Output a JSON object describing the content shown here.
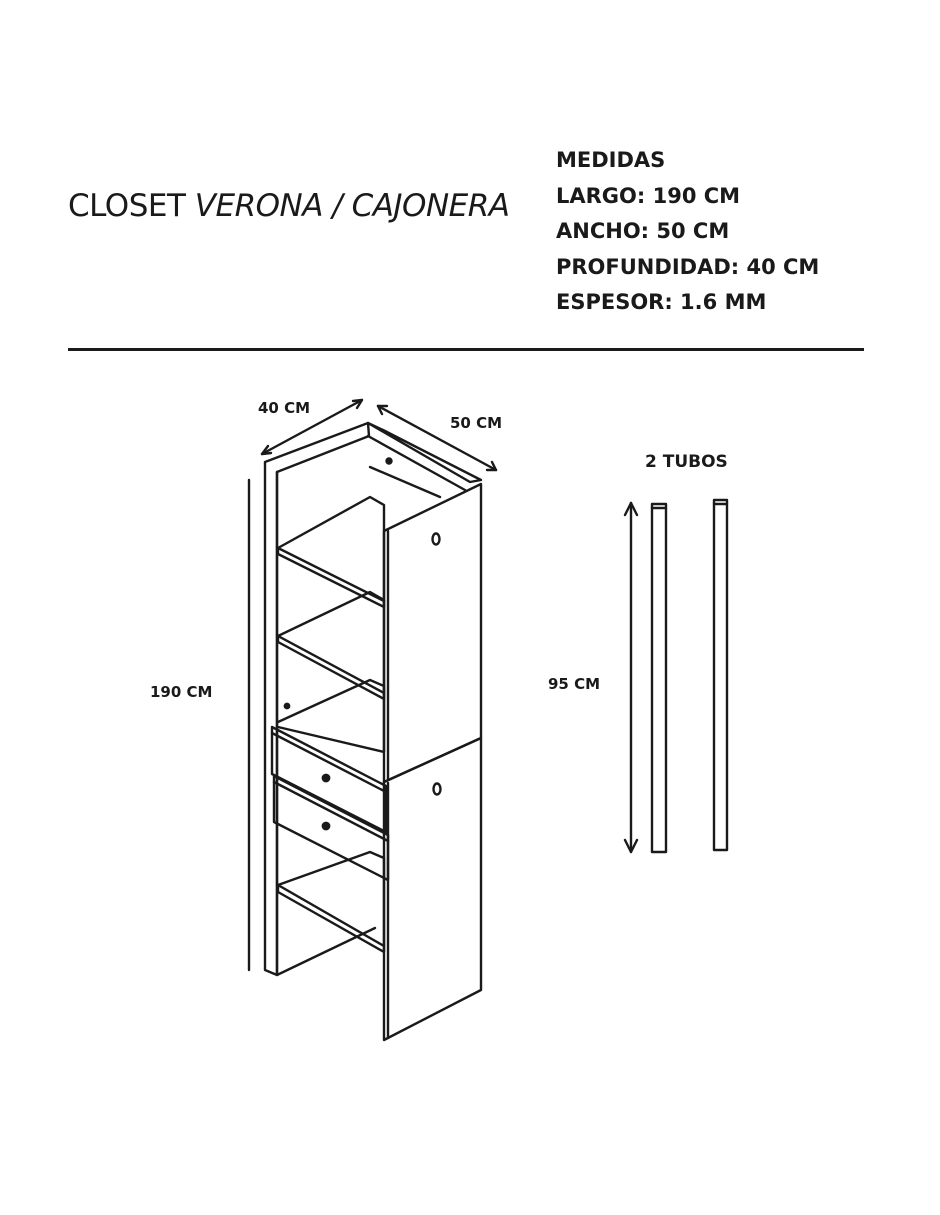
{
  "title": {
    "prefix": "CLOSET",
    "italic": "VERONA / CAJONERA"
  },
  "specs": {
    "heading": "MEDIDAS",
    "lines": [
      "LARGO: 190 CM",
      "ANCHO: 50 CM",
      "PROFUNDIDAD: 40 CM",
      "ESPESOR: 1.6 MM"
    ]
  },
  "diagram": {
    "depth_label": "40 CM",
    "width_label": "50 CM",
    "height_label": "190 CM",
    "tubes_label": "2 TUBOS",
    "tube_length_label": "95 CM"
  },
  "colors": {
    "line": "#1a1a1a",
    "background": "#ffffff"
  }
}
